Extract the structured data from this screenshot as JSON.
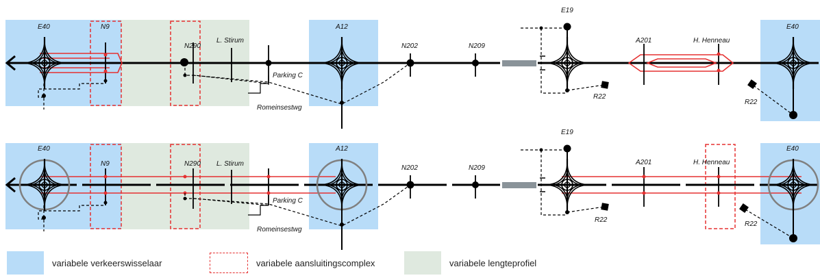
{
  "colors": {
    "verkeerswisselaar": "#b8dcf8",
    "aansluitingscomplex": "#e53030",
    "lengteprofiel": "#dfe9df",
    "road": "#000000",
    "red_road": "#e53030",
    "ring": "#808080"
  },
  "row1": {
    "labels": {
      "e40_left": "E40",
      "n9": "N9",
      "n290": "N290",
      "l_stirum": "L. Stirum",
      "parking_c": "Parking C",
      "romeinsestwg": "Romeinsestwg",
      "a12": "A12",
      "n202": "N202",
      "n209": "N209",
      "e19": "E19",
      "r22_mid": "R22",
      "a201": "A201",
      "h_henneau": "H. Henneau",
      "e40_right": "E40",
      "r22_right": "R22"
    }
  },
  "row2": {
    "labels": {
      "e40_left": "E40",
      "n9": "N9",
      "n290": "N290",
      "l_stirum": "L. Stirum",
      "parking_c": "Parking C",
      "romeinsestwg": "Romeinsestwg",
      "a12": "A12",
      "n202": "N202",
      "n209": "N209",
      "e19": "E19",
      "r22_mid": "R22",
      "a201": "A201",
      "h_henneau": "H. Henneau",
      "e40_right": "E40",
      "r22_right": "R22"
    }
  },
  "legend": {
    "verkeerswisselaar": "variabele verkeerswisselaar",
    "aansluitingscomplex": "variabele aansluitingscomplex",
    "lengteprofiel": "variabele lengteprofiel"
  }
}
